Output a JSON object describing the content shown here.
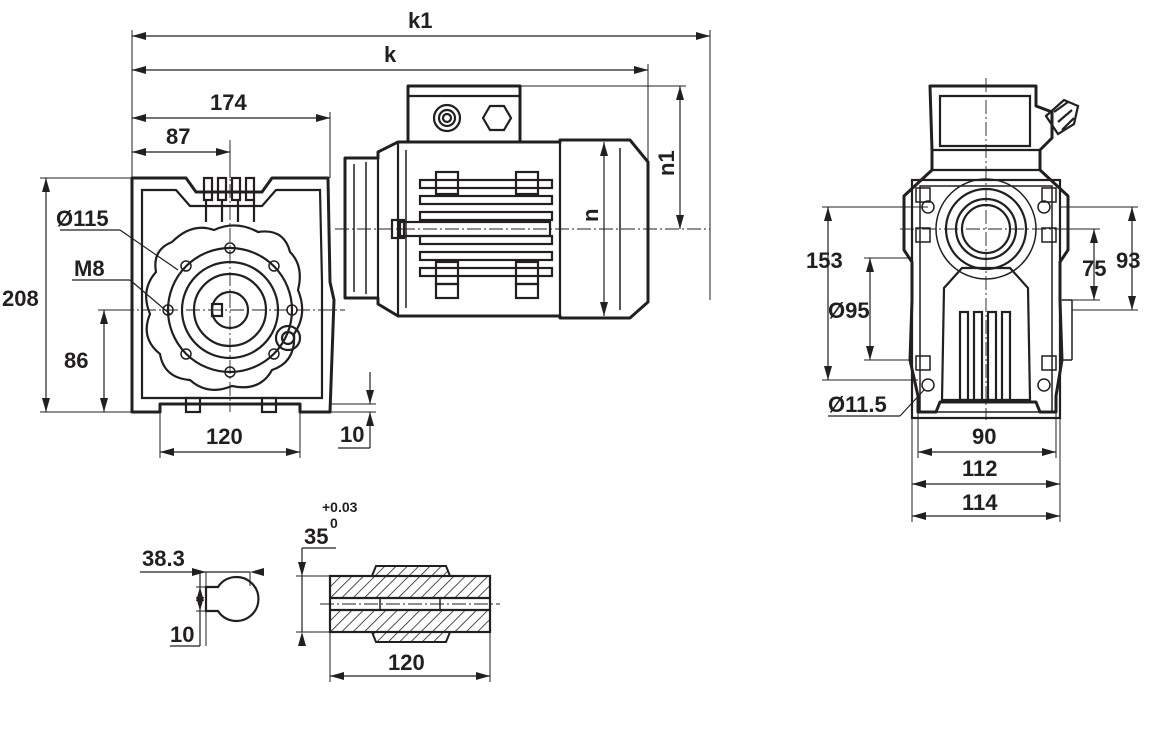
{
  "colors": {
    "line": "#231f20",
    "background": "#ffffff"
  },
  "dimensions": {
    "k1": "k1",
    "k": "k",
    "d174": "174",
    "d87": "87",
    "d115": "Ø115",
    "m8": "M8",
    "d208": "208",
    "d86": "86",
    "d120_bottom": "120",
    "d10_right": "10",
    "n1": "n1",
    "n": "n",
    "d153": "153",
    "d95": "Ø95",
    "d11_5": "Ø11.5",
    "d75": "75",
    "d93": "93",
    "d90": "90",
    "d112": "112",
    "d114": "114",
    "d38_3": "38.3",
    "d10_key": "10",
    "d35": "35",
    "tol_upper": "+0.03",
    "tol_lower": "0",
    "d120_shaft": "120"
  }
}
